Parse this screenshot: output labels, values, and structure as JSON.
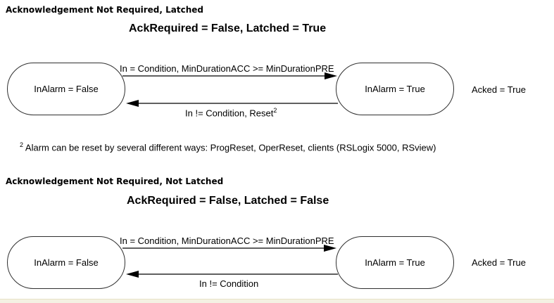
{
  "colors": {
    "text": "#000000",
    "line": "#000000",
    "state_fill": "#ffffff",
    "state_border": "#2f2f2f",
    "bottom_band_fill": "#f4f1e3",
    "bottom_band_border": "#e7e3c7"
  },
  "sections": [
    {
      "heading": "Acknowledgement Not Required, Latched",
      "title": "AckRequired = False, Latched = True",
      "diagram": {
        "state_left": "InAlarm = False",
        "state_right": "InAlarm = True",
        "side_label": "Acked = True",
        "arrow_forward_label": "In = Condition, MinDurationACC >= MinDurationPRE",
        "arrow_back_label": "In != Condition, Reset",
        "arrow_back_label_sup": "2"
      },
      "footnote": {
        "sup": "2",
        "text": " Alarm can be reset by several different ways: ProgReset, OperReset, clients (RSLogix 5000, RSview)"
      }
    },
    {
      "heading": "Acknowledgement Not Required, Not Latched",
      "title": "AckRequired = False, Latched = False",
      "diagram": {
        "state_left": "InAlarm = False",
        "state_right": "InAlarm = True",
        "side_label": "Acked = True",
        "arrow_forward_label": "In = Condition, MinDurationACC >= MinDurationPRE",
        "arrow_back_label": "In != Condition"
      }
    }
  ]
}
